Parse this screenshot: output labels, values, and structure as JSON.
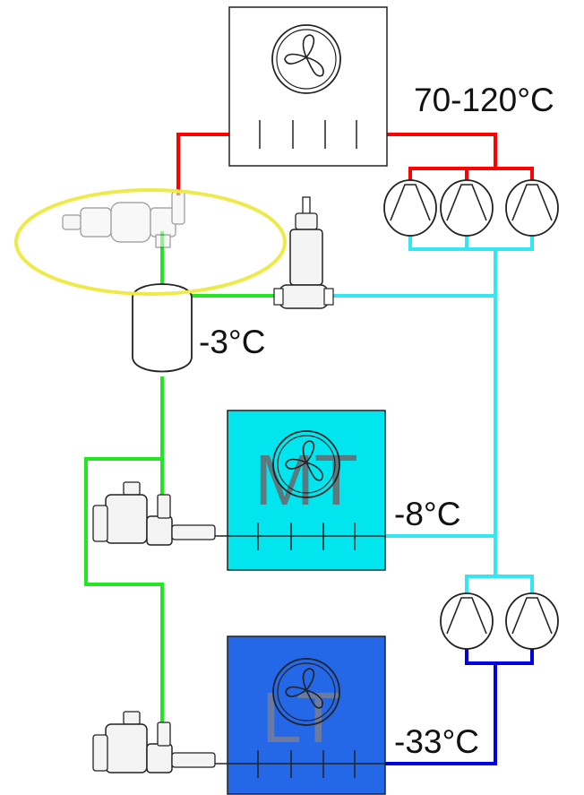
{
  "labels": {
    "discharge_temp": "70-120°C",
    "receiver_temp": "-3°C",
    "mt_temp": "-8°C",
    "lt_temp": "-33°C",
    "mt_box": "MT",
    "lt_box": "LT"
  },
  "colors": {
    "discharge_line": "#ff0000",
    "suction_line": "#33e6f2",
    "liquid_line": "#22e622",
    "lt_line": "#0000e6",
    "mt_box_fill": "#00e5ee",
    "lt_box_fill": "#2468e8",
    "highlight": "#eeea4a",
    "outline": "#222222"
  },
  "icons": {
    "fan": "fan-icon",
    "compressor": "compressor-icon",
    "valve": "solenoid-valve-icon",
    "receiver": "receiver-tank-icon"
  }
}
